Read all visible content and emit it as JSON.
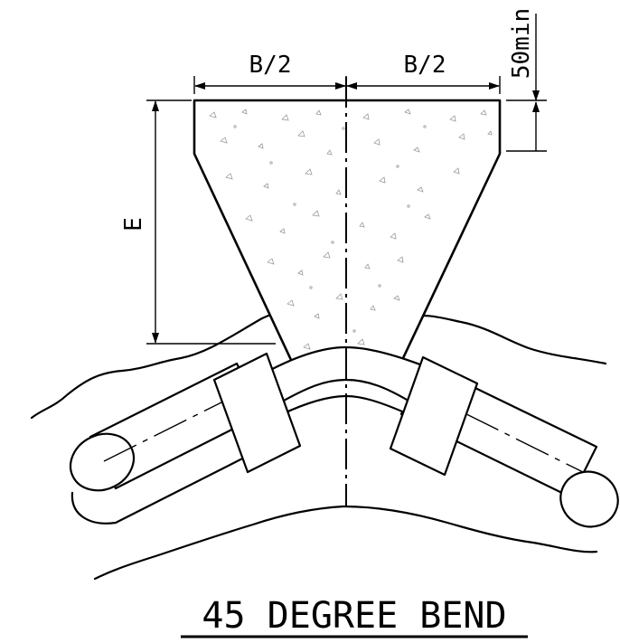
{
  "drawing": {
    "title": "45 DEGREE BEND",
    "dim_half_width_left": "B/2",
    "dim_half_width_right": "B/2",
    "dim_cover": "50min",
    "dim_depth": "E"
  }
}
